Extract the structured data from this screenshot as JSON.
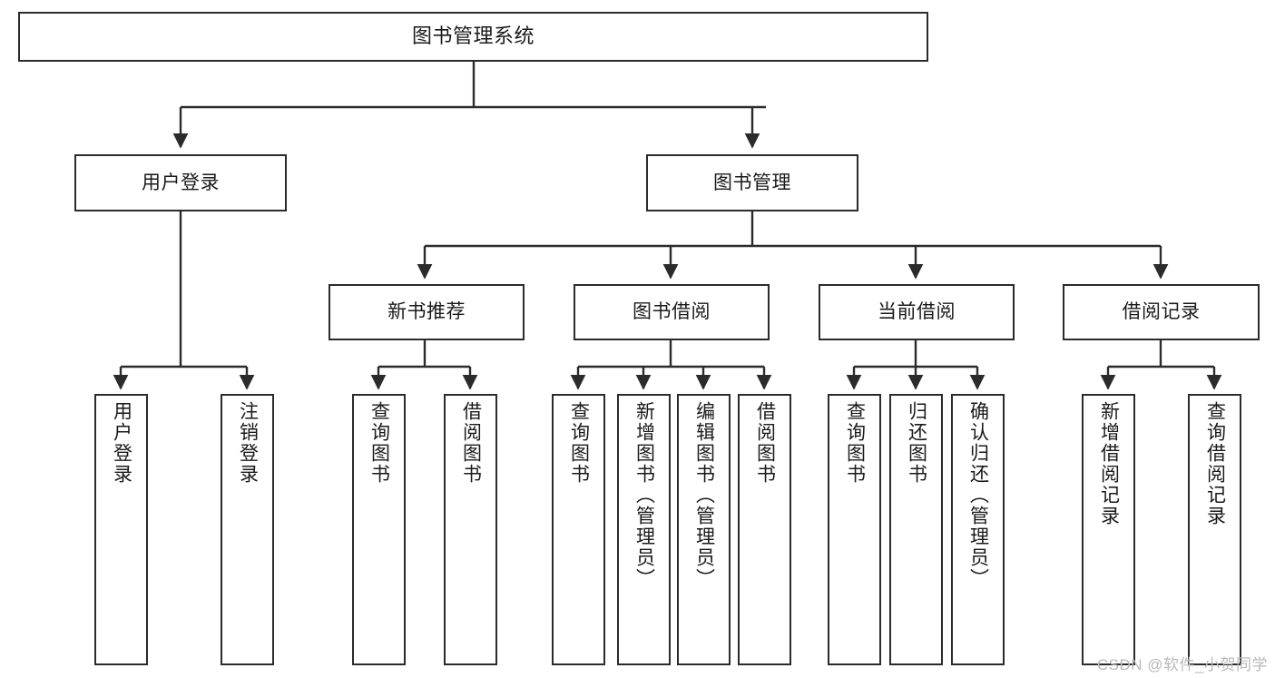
{
  "diagram": {
    "title": "图书管理系统",
    "type": "tree",
    "watermark": "CSDN @软件_小贺同学",
    "colors": {
      "box_border": "#2b2b2b",
      "box_fill": "#ffffff",
      "line": "#2b2b2b",
      "text": "#1a1a1a",
      "watermark": "#b9b9b9",
      "background": "#ffffff"
    },
    "nodes": {
      "root": {
        "label": "图书管理系统"
      },
      "level1": [
        {
          "label": "用户登录"
        },
        {
          "label": "图书管理"
        }
      ],
      "level2": [
        {
          "label": "新书推荐"
        },
        {
          "label": "图书借阅"
        },
        {
          "label": "当前借阅"
        },
        {
          "label": "借阅记录"
        }
      ],
      "leaves": {
        "user_login": [
          {
            "label": "用户登录"
          },
          {
            "label": "注销登录"
          }
        ],
        "new_book": [
          {
            "label": "查询图书"
          },
          {
            "label": "借阅图书"
          }
        ],
        "borrow": [
          {
            "label": "查询图书"
          },
          {
            "label": "新增图书（管理员）"
          },
          {
            "label": "编辑图书（管理员）"
          },
          {
            "label": "借阅图书"
          }
        ],
        "current": [
          {
            "label": "查询图书"
          },
          {
            "label": "归还图书"
          },
          {
            "label": "确认归还（管理员）"
          }
        ],
        "records": [
          {
            "label": "新增借阅记录"
          },
          {
            "label": "查询借阅记录"
          }
        ]
      }
    }
  }
}
